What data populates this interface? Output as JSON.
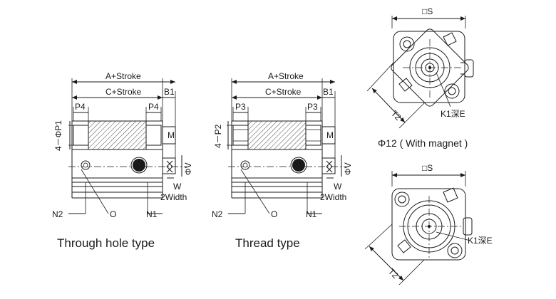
{
  "left_view": {
    "caption": "Through hole type",
    "dims": {
      "a_stroke": "A+Stroke",
      "c_stroke": "C+Stroke",
      "b1": "B1",
      "p_left": "P4",
      "p_right": "P4",
      "port": "4－ΦP1",
      "m": "M",
      "v": "ΦV",
      "w": "W",
      "width": "2Width",
      "n2": "N2",
      "o": "O",
      "n1": "N1"
    }
  },
  "middle_view": {
    "caption": "Thread type",
    "dims": {
      "a_stroke": "A+Stroke",
      "c_stroke": "C+Stroke",
      "b1": "B1",
      "p_left": "P3",
      "p_right": "P3",
      "port": "4－P2",
      "m": "M",
      "v": "ΦV",
      "w": "W",
      "width": "2Width",
      "n2": "N2",
      "o": "O",
      "n1": "N1"
    }
  },
  "top_end_view": {
    "s": "□S",
    "t2": "T2",
    "k1": "K1深E",
    "caption": "Φ12 ( With magnet )"
  },
  "bottom_end_view": {
    "s": "□S",
    "t2": "T2",
    "k1": "K1深E"
  }
}
